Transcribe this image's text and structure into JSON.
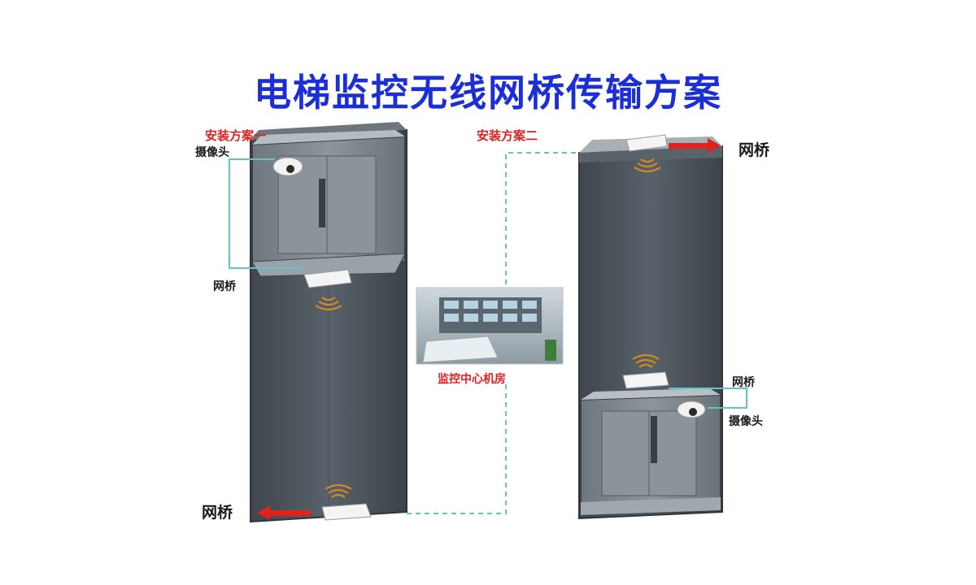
{
  "title": "电梯监控无线网桥传输方案",
  "scheme1": {
    "label": "安装方案一",
    "camera": "摄像头",
    "bridge_car": "网桥",
    "bridge_pit": "网桥"
  },
  "scheme2": {
    "label": "安装方案二",
    "bridge_top": "网桥",
    "bridge_car": "网桥",
    "camera": "摄像头"
  },
  "center": {
    "label": "监控中心机房"
  },
  "colors": {
    "title": "#1c2fd6",
    "accent_red": "#e0211f",
    "link_dash": "#5fc6c0",
    "shaft": "#4e565e",
    "car": "#7d858c"
  }
}
